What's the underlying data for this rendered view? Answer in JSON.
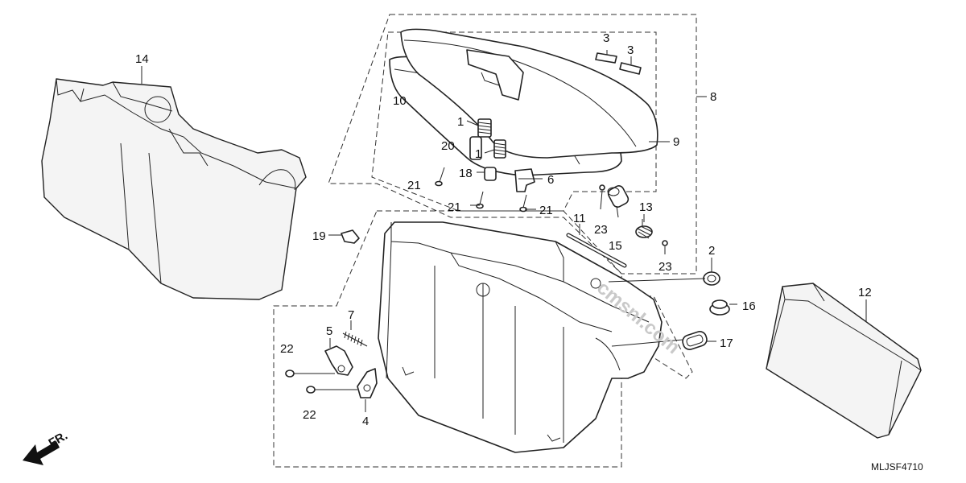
{
  "diagram": {
    "part_labels": {
      "p1a": "1",
      "p1b": "1",
      "p2": "2",
      "p3a": "3",
      "p3b": "3",
      "p4": "4",
      "p5": "5",
      "p6": "6",
      "p7": "7",
      "p8": "8",
      "p9": "9",
      "p10": "10",
      "p11": "11",
      "p12": "12",
      "p13": "13",
      "p14": "14",
      "p15": "15",
      "p16": "16",
      "p17": "17",
      "p18": "18",
      "p19": "19",
      "p20": "20",
      "p21a": "21",
      "p21b": "21",
      "p21c": "21",
      "p22a": "22",
      "p22b": "22",
      "p23a": "23",
      "p23b": "23"
    },
    "direction_label": "FR.",
    "drawing_code": "MLJSF4710",
    "watermark": "cmsnl.com"
  }
}
